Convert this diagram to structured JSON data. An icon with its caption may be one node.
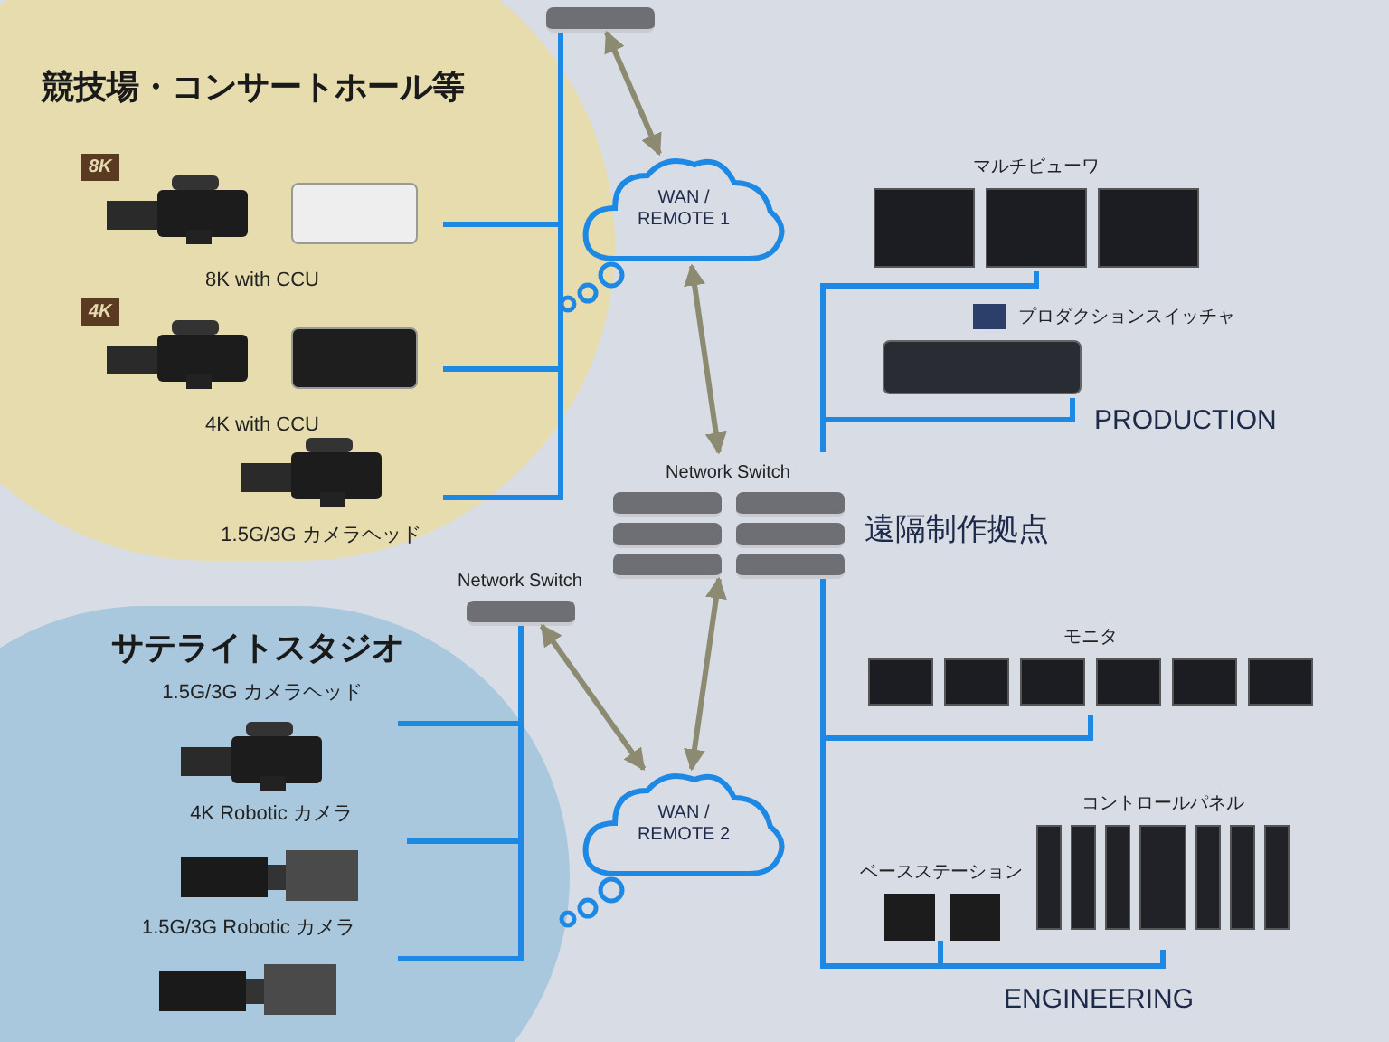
{
  "diagram": {
    "nodes": [
      {
        "text": [
          "競技場・コンサートホール等"
        ]
      },
      {
        "text": [
          "8K",
          "8K with CCU"
        ],
        "in": 0
      },
      {
        "text": [
          "4K",
          "4K with CCU"
        ],
        "in": 0
      },
      {
        "text": [
          "1.5G/3G カメラヘッド"
        ],
        "in": 0
      },
      {
        "text": [],
        "shape": "box"
      },
      {
        "text": [
          "WAN / REMOTE 1"
        ]
      },
      {
        "text": [
          "Network Switch"
        ]
      },
      {
        "text": [
          "マルチビューワ"
        ]
      },
      {
        "text": [
          "プロダクションスイッチャ"
        ]
      },
      {
        "text": [
          "Network Switch"
        ]
      },
      {
        "text": [
          "サテライトスタジオ"
        ]
      },
      {
        "text": [
          "1.5G/3G カメラヘッド"
        ],
        "in": 10
      },
      {
        "text": [
          "4K Robotic カメラ"
        ],
        "in": 10
      },
      {
        "text": [
          "1.5G/3G Robotic カメラ"
        ],
        "in": 10
      },
      {
        "text": [
          "WAN / REMOTE 2"
        ]
      },
      {
        "text": [
          "モニタ"
        ]
      },
      {
        "text": [
          "ベースステーション"
        ]
      },
      {
        "text": [
          "コントロールパネル"
        ]
      }
    ],
    "edges": [
      {
        "from": 1,
        "to": 4,
        "arrow": "none"
      },
      {
        "from": 2,
        "to": 4,
        "arrow": "none"
      },
      {
        "from": 3,
        "to": 4,
        "arrow": "none"
      },
      {
        "from": 4,
        "to": 5,
        "arrow": "both",
        "color": "#8c8a70"
      },
      {
        "from": 5,
        "to": 6,
        "arrow": "both",
        "color": "#8c8a70"
      },
      {
        "from": 9,
        "to": 14,
        "arrow": "both",
        "color": "#8c8a70"
      },
      {
        "from": 14,
        "to": 6,
        "arrow": "both",
        "color": "#8c8a70"
      },
      {
        "from": 11,
        "to": 9,
        "arrow": "none"
      },
      {
        "from": 12,
        "to": 9,
        "arrow": "none"
      },
      {
        "from": 13,
        "to": 9,
        "arrow": "none"
      },
      {
        "from": 7,
        "to": 6,
        "arrow": "none"
      },
      {
        "from": 8,
        "to": 6,
        "arrow": "none"
      },
      {
        "from": 15,
        "to": 6,
        "arrow": "none"
      },
      {
        "from": 16,
        "to": 6,
        "arrow": "none"
      },
      {
        "from": 17,
        "to": 6,
        "arrow": "none"
      }
    ],
    "labels": [
      "PRODUCTION",
      "遠隔制作拠点",
      "ENGINEERING"
    ]
  }
}
